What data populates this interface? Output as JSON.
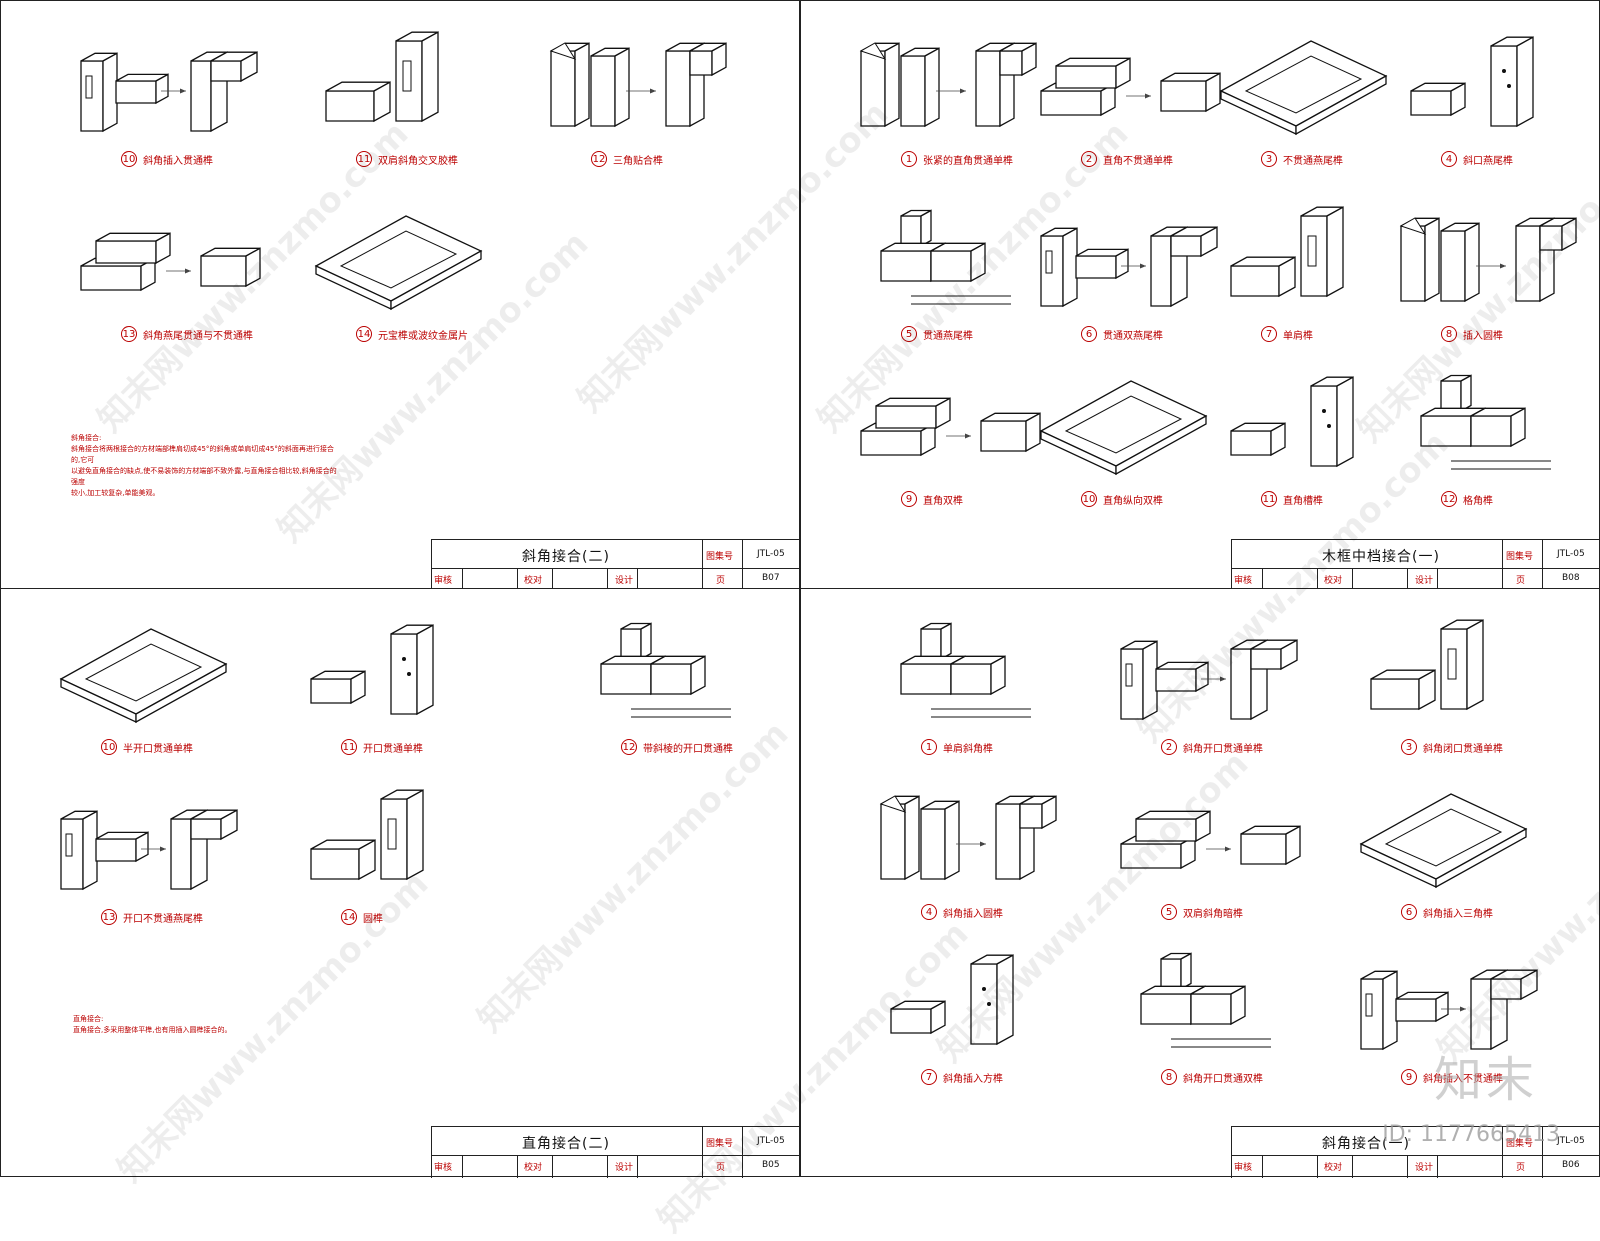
{
  "sheets": [
    {
      "title": "斜角接合(二)",
      "atlas_label": "图集号",
      "atlas_no": "JTL-05",
      "review": "审核",
      "check": "校对",
      "design": "设计",
      "page_label": "页",
      "page_no": "B07",
      "note_lines": [
        "斜角接合:",
        "斜角接合将两根接合的方材端部榫肩切成45°的斜角或单肩切成45°的斜面再进行接合的,它可",
        "以避免直角接合的缺点,使不易装饰的方材端部不致外露,与直角接合相比较,斜角接合的强度",
        "较小,加工较复杂,单能美观。"
      ],
      "joints": [
        {
          "n": "10",
          "label": "斜角插入贯通榫"
        },
        {
          "n": "11",
          "label": "双肩斜角交叉胶榫"
        },
        {
          "n": "12",
          "label": "三角贴合榫"
        },
        {
          "n": "13",
          "label": "斜角燕尾贯通与不贯通榫"
        },
        {
          "n": "14",
          "label": "元宝榫或波纹金属片"
        }
      ]
    },
    {
      "title": "木框中档接合(一)",
      "atlas_label": "图集号",
      "atlas_no": "JTL-05",
      "review": "审核",
      "check": "校对",
      "design": "设计",
      "page_label": "页",
      "page_no": "B08",
      "joints": [
        {
          "n": "1",
          "label": "张紧的直角贯通单榫"
        },
        {
          "n": "2",
          "label": "直角不贯通单榫"
        },
        {
          "n": "3",
          "label": "不贯通燕尾榫"
        },
        {
          "n": "4",
          "label": "斜口燕尾榫"
        },
        {
          "n": "5",
          "label": "贯通燕尾榫"
        },
        {
          "n": "6",
          "label": "贯通双燕尾榫"
        },
        {
          "n": "7",
          "label": "单肩榫"
        },
        {
          "n": "8",
          "label": "插入圆榫"
        },
        {
          "n": "9",
          "label": "直角双榫"
        },
        {
          "n": "10",
          "label": "直角纵向双榫"
        },
        {
          "n": "11",
          "label": "直角槽榫"
        },
        {
          "n": "12",
          "label": "格角榫"
        }
      ]
    },
    {
      "title": "直角接合(二)",
      "atlas_label": "图集号",
      "atlas_no": "JTL-05",
      "review": "审核",
      "check": "校对",
      "design": "设计",
      "page_label": "页",
      "page_no": "B05",
      "note_lines": [
        "直角接合:",
        "直角接合,多采用整体平榫,也有用插入圆榫接合的。"
      ],
      "joints": [
        {
          "n": "10",
          "label": "半开口贯通单榫"
        },
        {
          "n": "11",
          "label": "开口贯通单榫"
        },
        {
          "n": "12",
          "label": "带斜棱的开口贯通榫"
        },
        {
          "n": "13",
          "label": "开口不贯通燕尾榫"
        },
        {
          "n": "14",
          "label": "圆榫"
        }
      ]
    },
    {
      "title": "斜角接合(一)",
      "atlas_label": "图集号",
      "atlas_no": "JTL-05",
      "review": "审核",
      "check": "校对",
      "design": "设计",
      "page_label": "页",
      "page_no": "B06",
      "joints": [
        {
          "n": "1",
          "label": "单肩斜角榫"
        },
        {
          "n": "2",
          "label": "斜角开口贯通单榫"
        },
        {
          "n": "3",
          "label": "斜角闭口贯通单榫"
        },
        {
          "n": "4",
          "label": "斜角插入圆榫"
        },
        {
          "n": "5",
          "label": "双肩斜角暗榫"
        },
        {
          "n": "6",
          "label": "斜角插入三角榫"
        },
        {
          "n": "7",
          "label": "斜角插入方榫"
        },
        {
          "n": "8",
          "label": "斜角开口贯通双榫"
        },
        {
          "n": "9",
          "label": "斜角插入不贯通榫"
        }
      ]
    }
  ],
  "watermark": "知末网www.znzmo.com",
  "logo": "知末",
  "image_id": "ID: 1177665413"
}
